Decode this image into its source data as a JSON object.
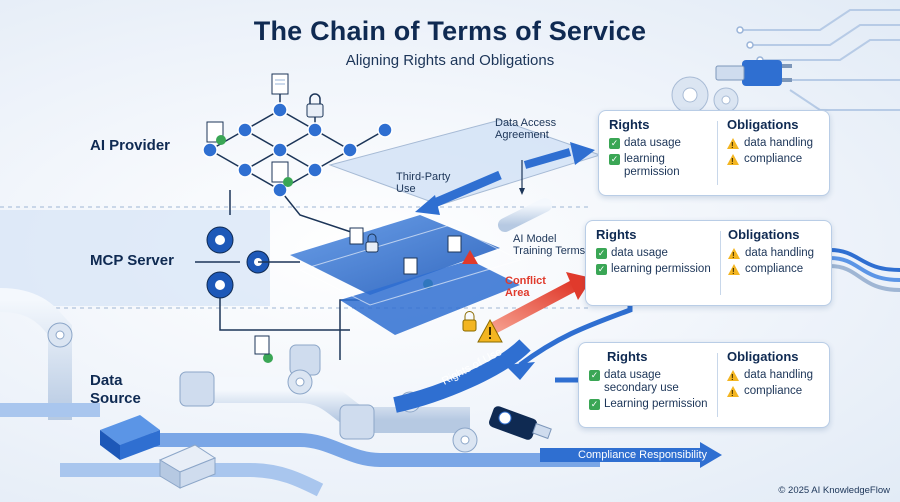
{
  "title": "The Chain of Terms of Service",
  "subtitle": "Aligning Rights and Obligations",
  "layers": {
    "ai_provider": "AI Provider",
    "mcp_server": "MCP Server",
    "data_source_line1": "Data",
    "data_source_line2": "Source"
  },
  "labels": {
    "data_access_line1": "Data Access",
    "data_access_line2": "Agreement",
    "third_party_line1": "Third-Party",
    "third_party_line2": "Use",
    "training_line1": "AI Model",
    "training_line2": "Training Terms",
    "conflict_line1": "Conflict",
    "conflict_line2": "Area",
    "rights_of_use": "Rights of Use",
    "compliance_responsibility": "Compliance Responsibility"
  },
  "cards": [
    {
      "rights_title": "Rights",
      "obligations_title": "Obligations",
      "rights": [
        "data usage",
        "learning permission"
      ],
      "obligations": [
        "data handling",
        "compliance"
      ]
    },
    {
      "rights_title": "Rights",
      "obligations_title": "Obligations",
      "rights": [
        "data usage",
        "learning permission"
      ],
      "obligations": [
        "data handling",
        "compliance"
      ]
    },
    {
      "rights_title": "Rights",
      "obligations_title": "Obligations",
      "rights": [
        "data usage secondary use",
        "Learning permission"
      ],
      "obligations": [
        "data handling",
        "compliance"
      ]
    }
  ],
  "colors": {
    "navy": "#0f2a52",
    "accent_blue": "#2f6fd1",
    "conflict_red": "#e03a2c",
    "check_green": "#3aa655",
    "warning_yellow": "#f3b521"
  },
  "copyright": "© 2025 AI KnowledgeFlow"
}
